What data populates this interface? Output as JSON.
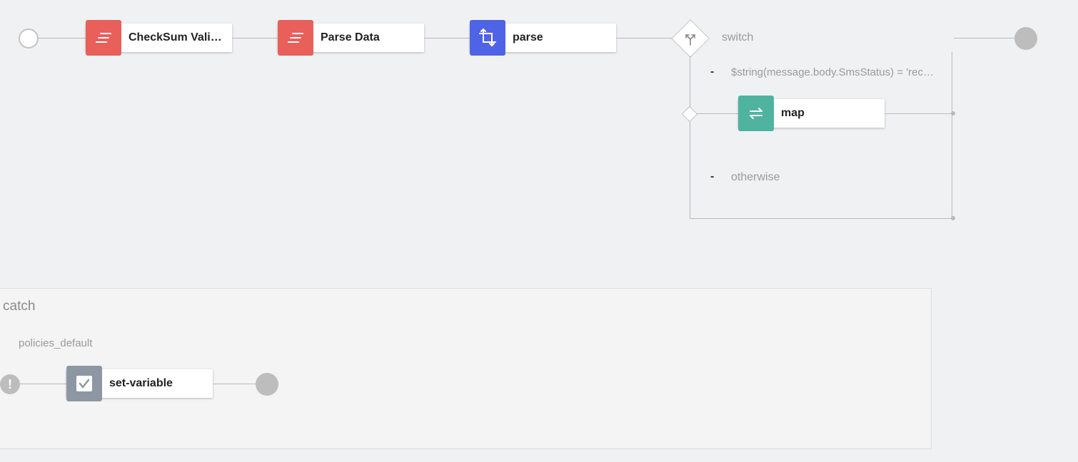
{
  "flow": {
    "nodes": [
      {
        "label": "CheckSum Validation",
        "icon": "parser-icon",
        "color": "#e95f5a"
      },
      {
        "label": "Parse Data",
        "icon": "parser-icon",
        "color": "#e95f5a"
      },
      {
        "label": "parse",
        "icon": "crop-transform-icon",
        "color": "#4f63e6"
      }
    ],
    "switch": {
      "label": "switch",
      "condition": "$string(message.body.SmsStatus) = 'received'",
      "map_label": "map",
      "map_color": "#4fb39f",
      "otherwise": "otherwise",
      "dash": "-"
    }
  },
  "catch": {
    "title": "catch",
    "policy": "policies_default",
    "node_label": "set-variable",
    "node_color": "#8d97a3",
    "error_glyph": "!"
  }
}
